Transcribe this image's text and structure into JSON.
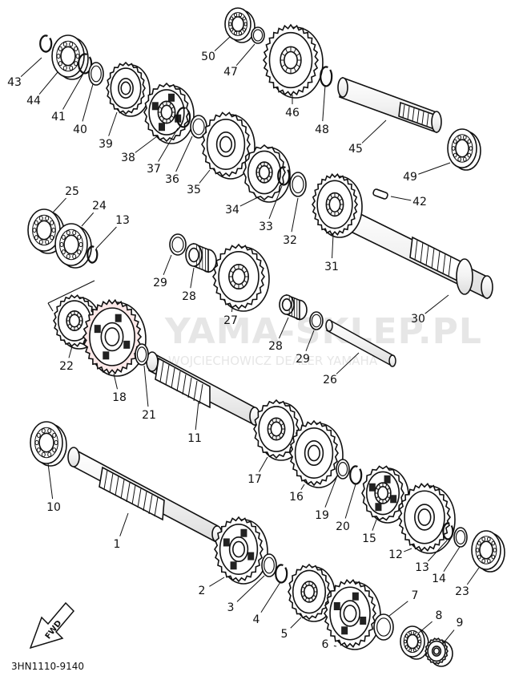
{
  "diagram_code": "3HN1110-9140",
  "fwd_label": "FWD",
  "watermark": {
    "main": "YAMA-SKLEP.PL",
    "sub": "WOJCIECHOWICZ DEALER YAMAHA"
  },
  "callouts": [
    {
      "id": "43",
      "text": "43"
    },
    {
      "id": "44",
      "text": "44"
    },
    {
      "id": "41",
      "text": "41"
    },
    {
      "id": "40",
      "text": "40"
    },
    {
      "id": "39",
      "text": "39"
    },
    {
      "id": "38",
      "text": "38"
    },
    {
      "id": "37",
      "text": "37"
    },
    {
      "id": "36",
      "text": "36"
    },
    {
      "id": "35",
      "text": "35"
    },
    {
      "id": "50",
      "text": "50"
    },
    {
      "id": "47",
      "text": "47"
    },
    {
      "id": "46",
      "text": "46"
    },
    {
      "id": "48",
      "text": "48"
    },
    {
      "id": "45",
      "text": "45"
    },
    {
      "id": "49",
      "text": "49"
    },
    {
      "id": "34",
      "text": "34"
    },
    {
      "id": "33",
      "text": "33"
    },
    {
      "id": "32",
      "text": "32"
    },
    {
      "id": "31",
      "text": "31"
    },
    {
      "id": "42",
      "text": "42"
    },
    {
      "id": "30",
      "text": "30"
    },
    {
      "id": "25",
      "text": "25"
    },
    {
      "id": "24",
      "text": "24"
    },
    {
      "id": "13a",
      "text": "13"
    },
    {
      "id": "29a",
      "text": "29"
    },
    {
      "id": "28a",
      "text": "28"
    },
    {
      "id": "27",
      "text": "27"
    },
    {
      "id": "28b",
      "text": "28"
    },
    {
      "id": "29b",
      "text": "29"
    },
    {
      "id": "26",
      "text": "26"
    },
    {
      "id": "22",
      "text": "22"
    },
    {
      "id": "18",
      "text": "18"
    },
    {
      "id": "21",
      "text": "21"
    },
    {
      "id": "11",
      "text": "11"
    },
    {
      "id": "17",
      "text": "17"
    },
    {
      "id": "16",
      "text": "16"
    },
    {
      "id": "19",
      "text": "19"
    },
    {
      "id": "20",
      "text": "20"
    },
    {
      "id": "15",
      "text": "15"
    },
    {
      "id": "12",
      "text": "12"
    },
    {
      "id": "13b",
      "text": "13"
    },
    {
      "id": "14",
      "text": "14"
    },
    {
      "id": "23",
      "text": "23"
    },
    {
      "id": "10",
      "text": "10"
    },
    {
      "id": "1",
      "text": "1"
    },
    {
      "id": "2",
      "text": "2"
    },
    {
      "id": "3",
      "text": "3"
    },
    {
      "id": "4",
      "text": "4"
    },
    {
      "id": "5",
      "text": "5"
    },
    {
      "id": "6",
      "text": "6"
    },
    {
      "id": "7",
      "text": "7"
    },
    {
      "id": "8",
      "text": "8"
    },
    {
      "id": "9",
      "text": "9"
    }
  ]
}
